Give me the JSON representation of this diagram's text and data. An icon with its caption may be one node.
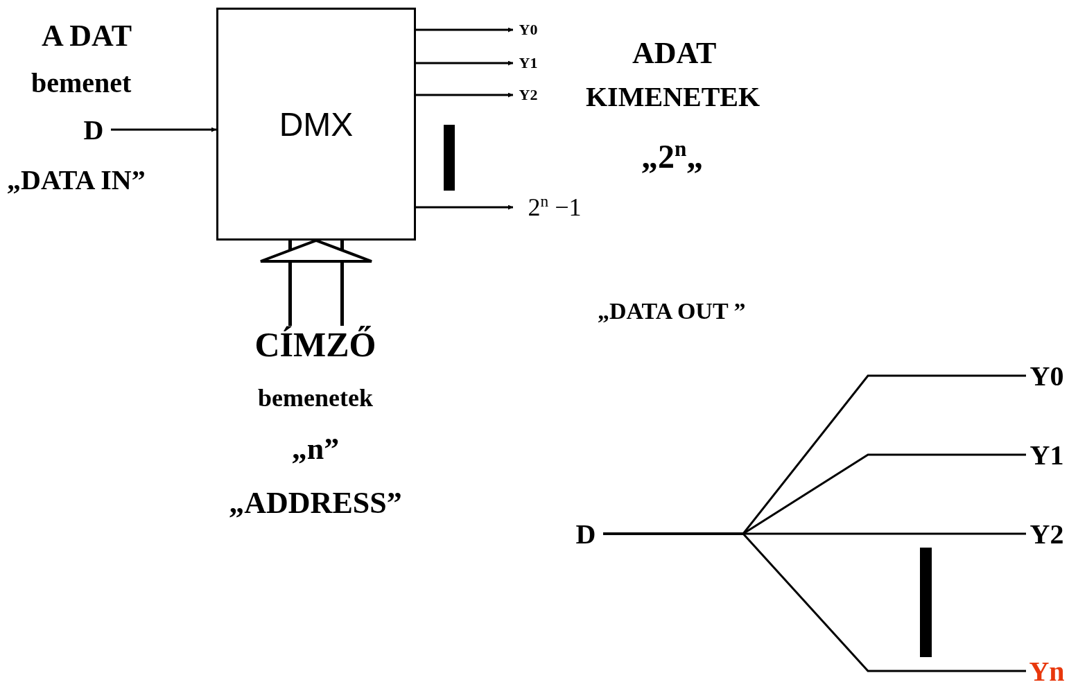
{
  "diagram": {
    "nodes": [
      {
        "text": [
          "DMX"
        ]
      },
      {
        "text": [
          "D"
        ],
        "beside": [
          "A DAT",
          "bemenet",
          "„DATA IN”"
        ]
      },
      {
        "text": [
          "Y0"
        ]
      },
      {
        "text": [
          "Y1"
        ]
      },
      {
        "text": [
          "Y2"
        ]
      },
      {
        "text": [
          "2$^{n}$ −1"
        ]
      },
      {
        "text": [
          "CÍMZŐ",
          "bemenetek",
          "„n”",
          "„ADDRESS”"
        ]
      },
      {
        "text": [
          "D"
        ]
      },
      {
        "text": [
          "Y0"
        ]
      },
      {
        "text": [
          "Y1"
        ]
      },
      {
        "text": [
          "Y2"
        ]
      },
      {
        "text": [
          "Yn"
        ]
      },
      {
        "text": [],
        "shape": "bar"
      },
      {
        "text": [],
        "shape": "bar"
      }
    ],
    "edges": [
      {
        "from": 1,
        "to": 0,
        "arrow": "to"
      },
      {
        "from": 6,
        "to": 0,
        "arrow": "to",
        "style": "thick"
      },
      {
        "from": 0,
        "to": 2,
        "arrow": "to"
      },
      {
        "from": 0,
        "to": 3,
        "arrow": "to"
      },
      {
        "from": 0,
        "to": 4,
        "arrow": "to"
      },
      {
        "from": 0,
        "to": 5,
        "arrow": "to"
      },
      {
        "from": 7,
        "to": 8,
        "arrow": "none"
      },
      {
        "from": 7,
        "to": 9,
        "arrow": "none"
      },
      {
        "from": 7,
        "to": 10,
        "arrow": "none"
      },
      {
        "from": 7,
        "to": 11,
        "arrow": "none"
      }
    ],
    "labels": [
      "ADAT",
      "KIMENETEK",
      "„2$^{n}$„",
      "„DATA OUT ”"
    ]
  }
}
